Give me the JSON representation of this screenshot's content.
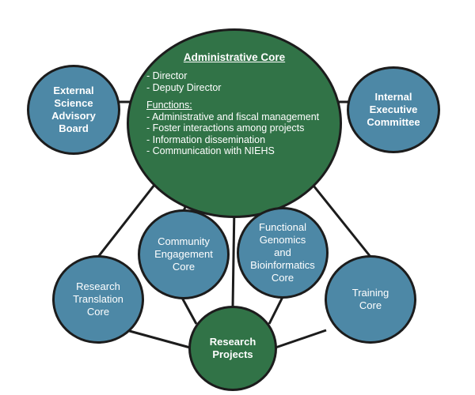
{
  "nodes": {
    "administrative_core": {
      "title": "Administrative Core",
      "roles": [
        "- Director",
        "- Deputy Director"
      ],
      "functions_heading": "Functions:",
      "functions": [
        "- Administrative and fiscal management",
        "- Foster interactions among  projects",
        "- Information dissemination",
        "- Communication with NIEHS"
      ]
    },
    "external_board": [
      "External",
      "Science",
      "Advisory",
      "Board"
    ],
    "internal_committee": [
      "Internal",
      "Executive",
      "Committee"
    ],
    "community_core": [
      "Community",
      "Engagement",
      "Core"
    ],
    "functional_genomics_core": [
      "Functional",
      "Genomics",
      "and",
      "Bioinformatics",
      "Core"
    ],
    "research_translation_core": [
      "Research",
      "Translation",
      "Core"
    ],
    "training_core": [
      "Training",
      "Core"
    ],
    "research_projects": [
      "Research",
      "Projects"
    ]
  },
  "colors": {
    "blue_fill": "#4d88a6",
    "green_fill": "#317347",
    "outline": "#1c1c1c",
    "text": "#ffffff"
  }
}
